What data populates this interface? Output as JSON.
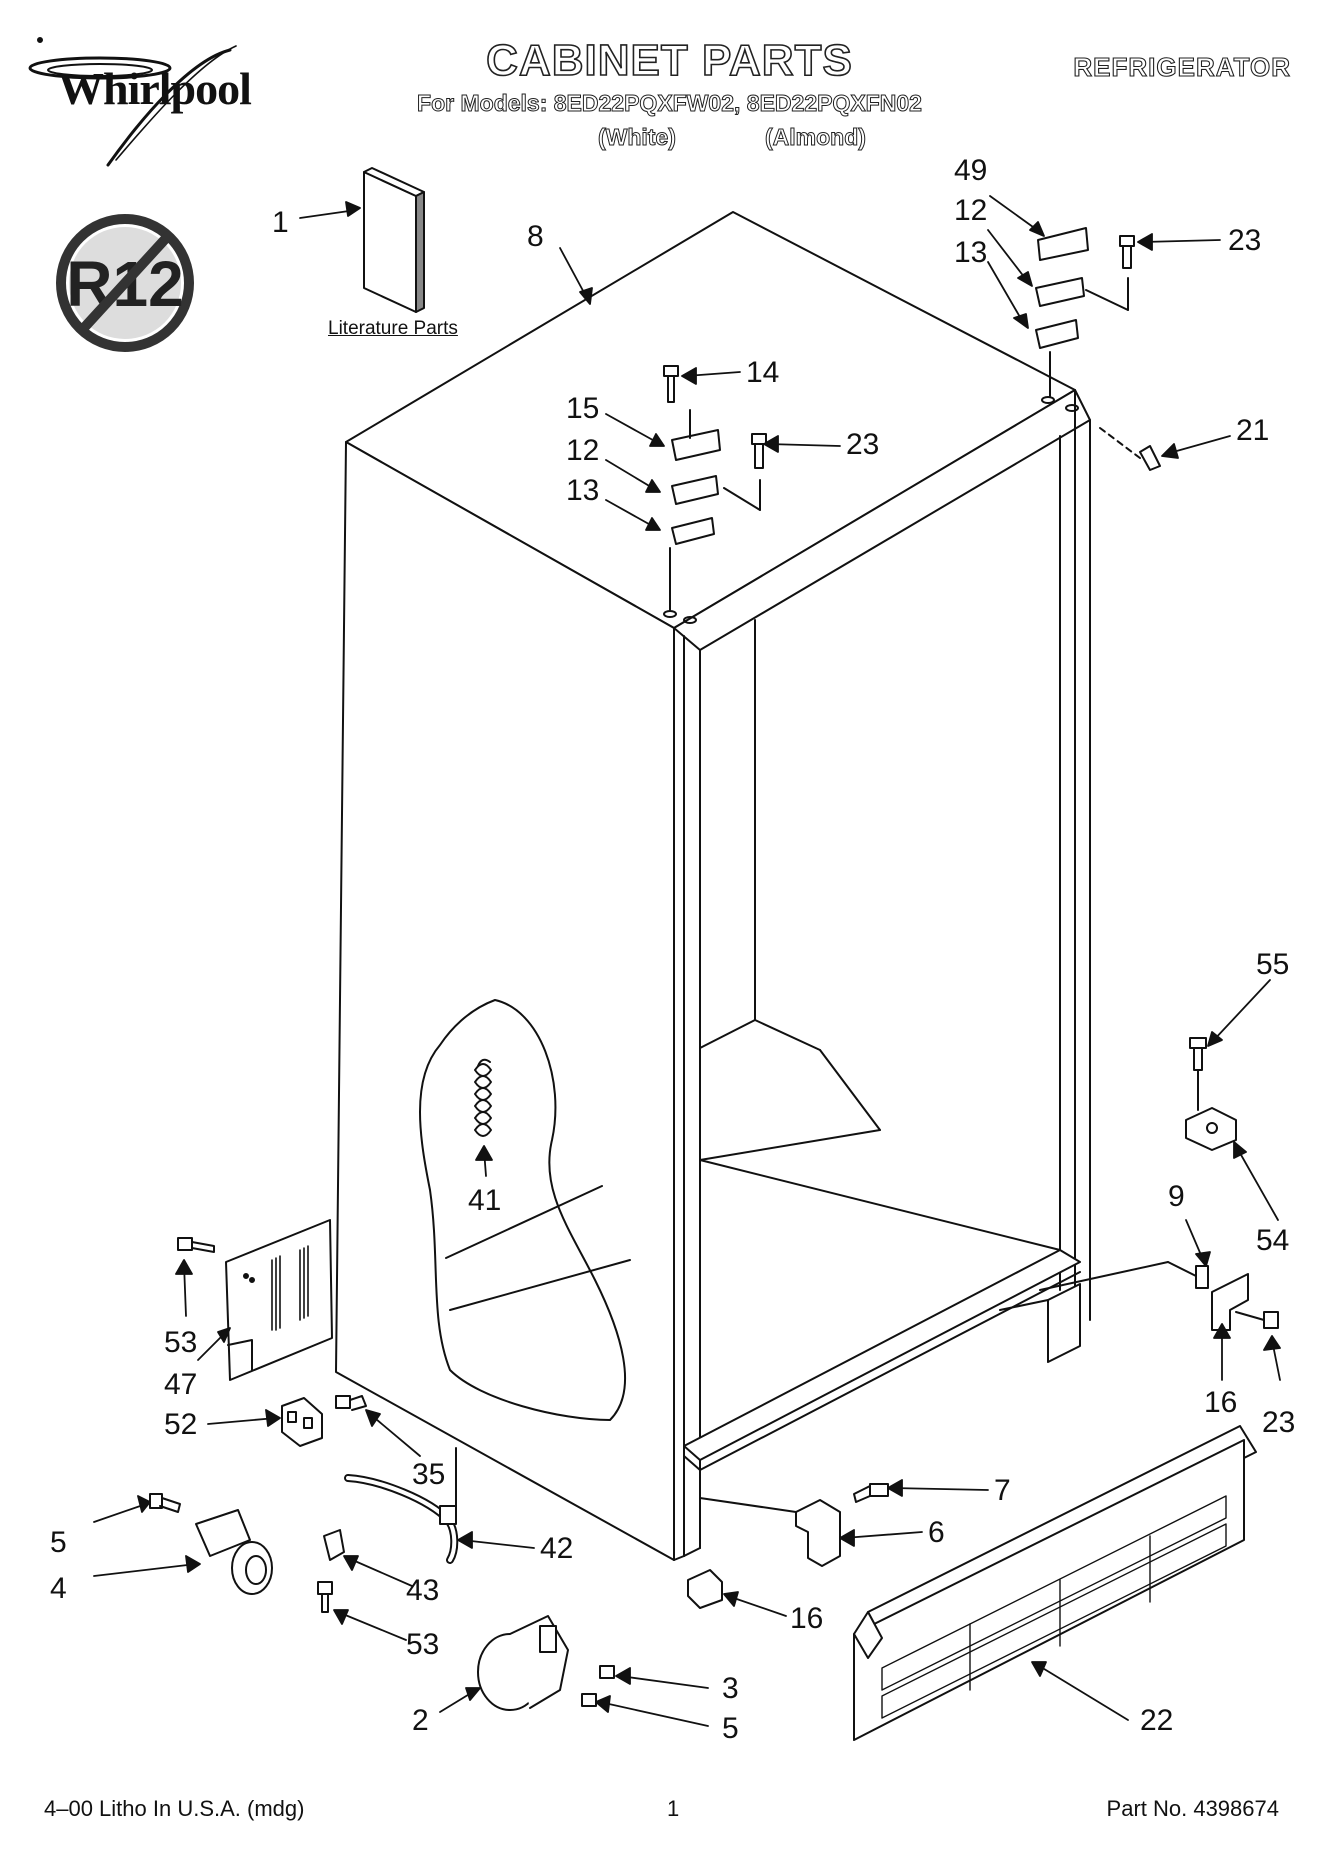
{
  "header": {
    "brand": "Whirlpool",
    "title": "CABINET PARTS",
    "models": "For Models: 8ED22PQXFW02, 8ED22PQXFN02",
    "color_white": "(White)",
    "color_almond": "(Almond)",
    "product_type": "REFRIGERATOR"
  },
  "badge": {
    "text": "R12"
  },
  "literature": {
    "label": "Literature Parts"
  },
  "callouts": [
    "1",
    "8",
    "49",
    "12",
    "23",
    "13",
    "14",
    "15",
    "23",
    "12",
    "13",
    "21",
    "55",
    "41",
    "54",
    "9",
    "53",
    "47",
    "16",
    "23",
    "52",
    "35",
    "7",
    "5",
    "6",
    "42",
    "4",
    "43",
    "16",
    "53",
    "3",
    "2",
    "5",
    "22"
  ],
  "footer": {
    "left": "4–00 Litho In U.S.A. (mdg)",
    "page": "1",
    "right": "Part No. 4398674"
  }
}
